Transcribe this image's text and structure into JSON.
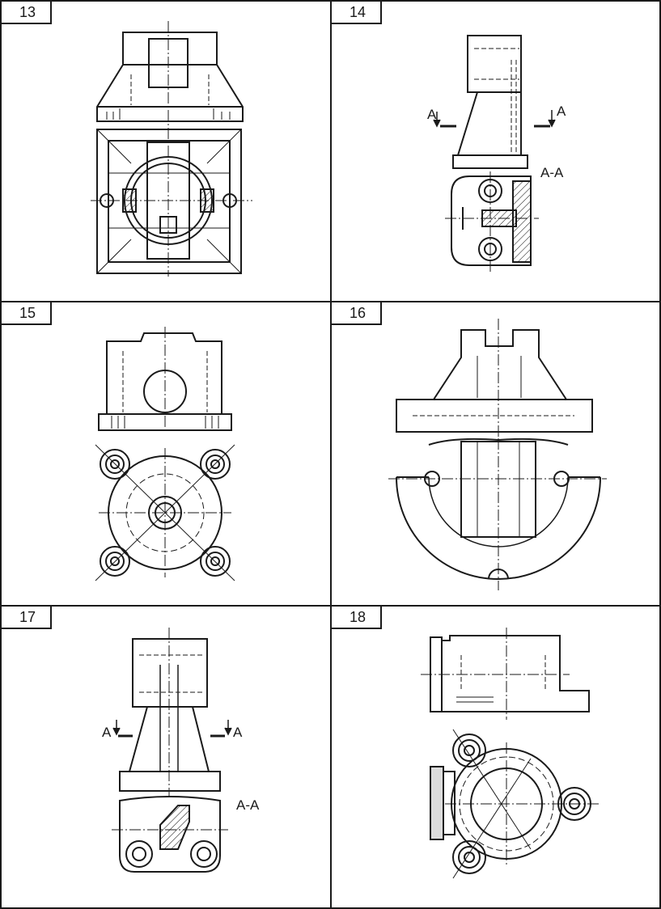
{
  "cells": [
    {
      "number": "13"
    },
    {
      "number": "14",
      "labels": {
        "a_left": "A",
        "a_right": "A",
        "section": "A-A"
      }
    },
    {
      "number": "15"
    },
    {
      "number": "16"
    },
    {
      "number": "17",
      "labels": {
        "a_left": "A",
        "a_right": "A",
        "section": "A-A"
      }
    },
    {
      "number": "18"
    }
  ]
}
